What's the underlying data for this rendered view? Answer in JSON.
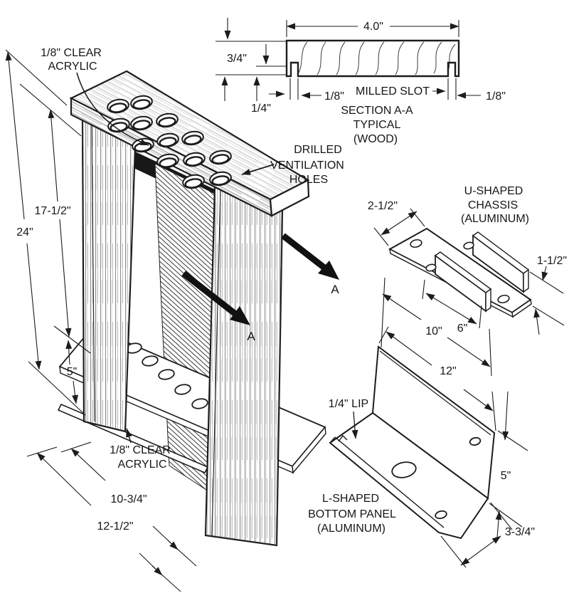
{
  "drawing_title": "Acrylic frame assembly technical drawing",
  "colors": {
    "ink": "#1c1c1c",
    "paper": "#ffffff"
  },
  "labels": {
    "acrylic_top_line1": "1/8\" CLEAR",
    "acrylic_top_line2": "ACRYLIC",
    "acrylic_bottom_line1": "1/8\" CLEAR",
    "acrylic_bottom_line2": "ACRYLIC",
    "vent_line1": "DRILLED",
    "vent_line2": "VENTILATION",
    "vent_line3": "HOLES",
    "section_line1": "MILLED SLOT",
    "section_line2": "SECTION A-A",
    "section_line3": "TYPICAL",
    "section_line4": "(WOOD)",
    "chassis_line1": "U-SHAPED",
    "chassis_line2": "CHASSIS",
    "chassis_line3": "(ALUMINUM)",
    "panel_line1": "L-SHAPED",
    "panel_line2": "BOTTOM PANEL",
    "panel_line3": "(ALUMINUM)",
    "lip": "1/4\" LIP",
    "section_marker": "A"
  },
  "dims": {
    "frame_height": "24\"",
    "frame_opening_height": "17-1/2\"",
    "frame_lower_gap": "5\"",
    "frame_inner_width": "10-3/4\"",
    "frame_outer_width": "12-1/2\"",
    "section_width": "4.0\"",
    "section_thickness": "3/4\"",
    "section_slot_inset": "1/4\"",
    "section_slot_left": "1/8\"",
    "section_slot_right": "1/8\"",
    "chassis_depth": "2-1/2\"",
    "chassis_flange_height": "1-1/2\"",
    "chassis_inner_length": "6\"",
    "chassis_length": "10\"",
    "panel_length": "12\"",
    "panel_wall_height": "5\"",
    "panel_floor_depth": "3-3/4\""
  }
}
